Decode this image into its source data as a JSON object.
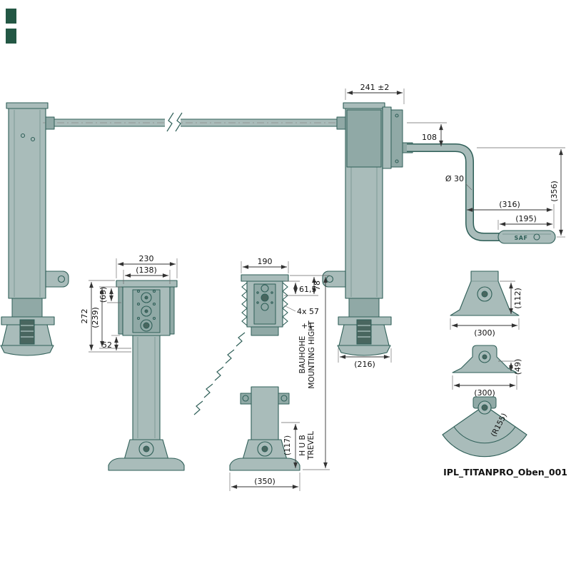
{
  "drawing": {
    "title": "IPL_TITANPRO_Oben_001",
    "brand_logo": "SAF"
  },
  "colors": {
    "body_fill": "#a9bcba",
    "body_shade": "#90a9a6",
    "detail_dark": "#49665f",
    "outline": "#2f5f58",
    "dimension_text": "#111111",
    "corner_mark": "#235744",
    "background": "#ffffff"
  },
  "dimensions": {
    "top_assembly": {
      "mounting_width": "241 ±2",
      "crank_axis_offset": "108",
      "tube_diameter": "Ø 30",
      "crank_reach": "(316)",
      "grip_length": "(195)",
      "crank_drop": "(356)",
      "foot_width": "(216)"
    },
    "front_view": {
      "width": "230",
      "inner_width": "(138)",
      "upper_offset": "(63)",
      "height": "272",
      "inner_height": "(239)",
      "lower_offset": "52"
    },
    "side_view": {
      "width": "190",
      "top_offset": "61,5",
      "flange_height": "78",
      "hole_pitch": "4x 57",
      "pitch_tolerance": "+1",
      "hub_travel": "(117)",
      "foot_width": "(350)",
      "label_de": "BAUHOHE",
      "label_en": "MOUNTING HIGHT",
      "travel_label_de": "H U B",
      "travel_label_en": "TREVEL"
    },
    "brackets": {
      "tall_height": "(112)",
      "tall_width": "(300)",
      "low_height": "(49)",
      "low_width": "(300)",
      "fan_radius": "(R155)"
    }
  }
}
